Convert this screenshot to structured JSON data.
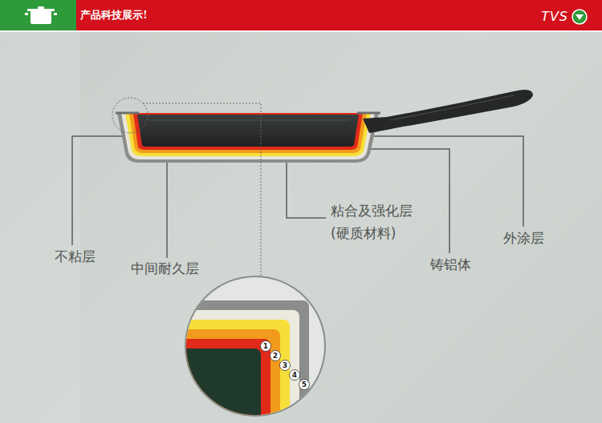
{
  "diagram": {
    "title": "产品科技展示!",
    "labels": [
      "TVS",
      "不粘层",
      "中间耐久层",
      "粘合及强化层",
      "(硬质材料)",
      "铸铝体",
      "外涂层",
      "1",
      "2",
      "3",
      "4",
      "5"
    ]
  }
}
